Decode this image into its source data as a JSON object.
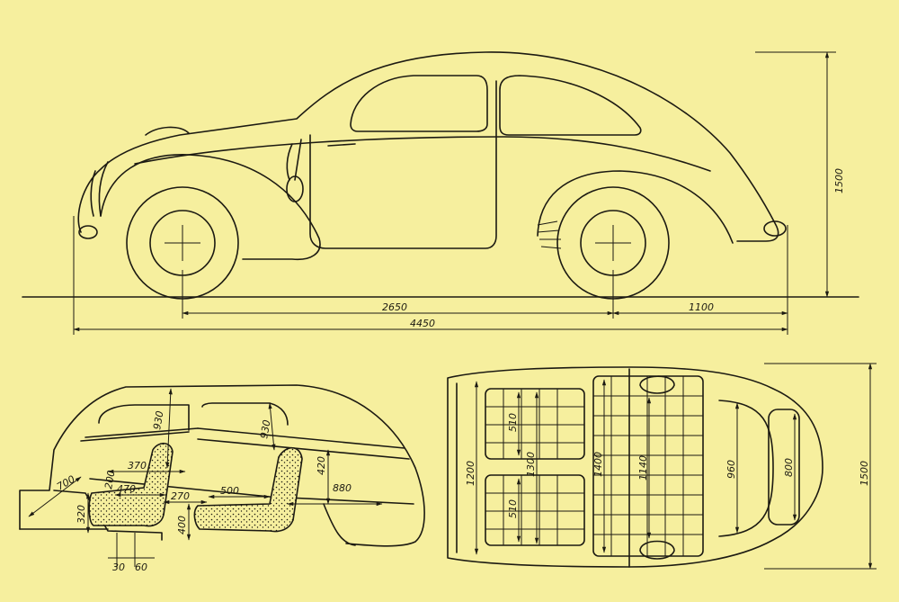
{
  "colors": {
    "paper": "#f6ef9e",
    "ink": "#1c1a12"
  },
  "side_view": {
    "wheelbase": "2650",
    "rear_overhang": "1100",
    "overall_length": "4450",
    "overall_height": "1500"
  },
  "section_view": {
    "dims": [
      "930",
      "930",
      "370",
      "700",
      "200",
      "470",
      "270",
      "500",
      "420",
      "880",
      "320",
      "400",
      "30",
      "60"
    ]
  },
  "plan_view": {
    "dims": [
      "1200",
      "510",
      "1300",
      "510",
      "1400",
      "1140",
      "960",
      "800",
      "1500"
    ]
  }
}
